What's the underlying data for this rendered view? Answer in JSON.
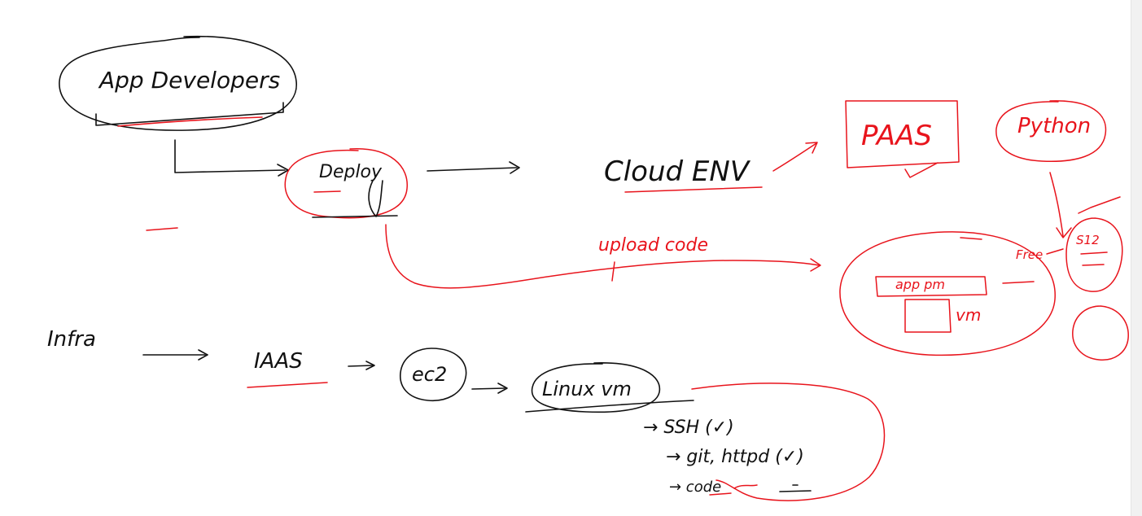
{
  "colors": {
    "ink": "#111111",
    "annotation": "#e8141c",
    "background": "#ffffff"
  },
  "labels": {
    "app_developers": "App Developers",
    "deploy": "Deploy",
    "cloud_env": "Cloud ENV",
    "paas": "PAAS",
    "python": "Python",
    "upload_code": "upload code",
    "app_pm": "app pm",
    "vm": "vm",
    "free": "Free",
    "size": "S12",
    "infra": "Infra",
    "iaas": "IAAS",
    "ec2": "ec2",
    "linux_vm": "Linux vm",
    "ssh": "→ SSH (✓)",
    "git_httpd": "→ git, httpd (✓)",
    "code": "→ code"
  }
}
